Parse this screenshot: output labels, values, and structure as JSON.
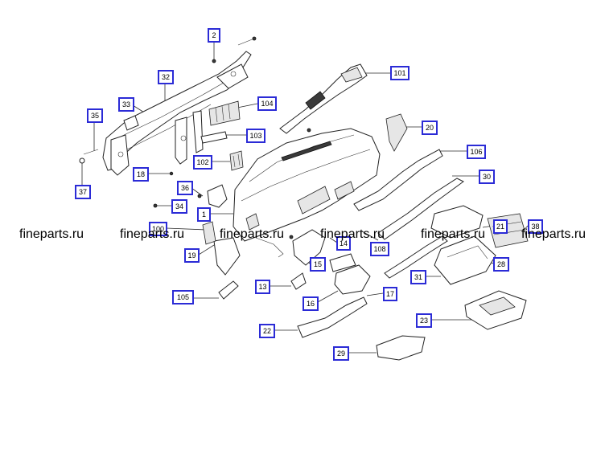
{
  "diagram": {
    "callouts": [
      "2",
      "32",
      "33",
      "35",
      "37",
      "18",
      "36",
      "34",
      "1",
      "102",
      "103",
      "104",
      "101",
      "20",
      "106",
      "30",
      "21",
      "38",
      "28",
      "31",
      "23",
      "29",
      "22",
      "16",
      "17",
      "15",
      "14",
      "108",
      "13",
      "105",
      "19",
      "100"
    ],
    "watermark": "fineparts.ru"
  }
}
